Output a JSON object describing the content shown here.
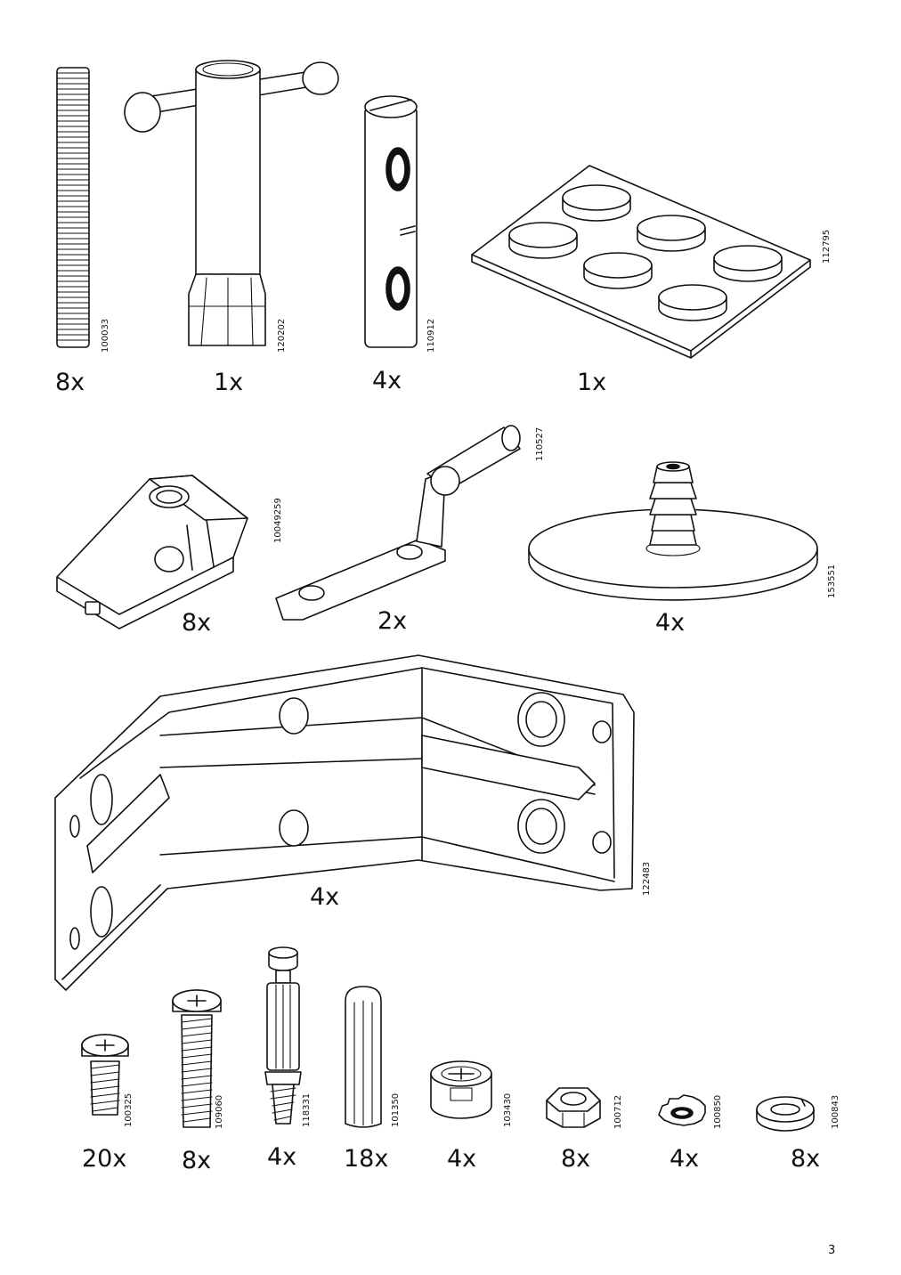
{
  "page_number": "3",
  "parts": [
    {
      "code": "100033",
      "qty": "8x"
    },
    {
      "code": "120202",
      "qty": "1x"
    },
    {
      "code": "110912",
      "qty": "4x"
    },
    {
      "code": "112795",
      "qty": "1x"
    },
    {
      "code": "10049259",
      "qty": "8x"
    },
    {
      "code": "110527",
      "qty": "2x"
    },
    {
      "code": "153551",
      "qty": "4x"
    },
    {
      "code": "122483",
      "qty": "4x"
    },
    {
      "code": "100325",
      "qty": "20x"
    },
    {
      "code": "109060",
      "qty": "8x"
    },
    {
      "code": "118331",
      "qty": "4x"
    },
    {
      "code": "101350",
      "qty": "18x"
    },
    {
      "code": "103430",
      "qty": "4x"
    },
    {
      "code": "100712",
      "qty": "8x"
    },
    {
      "code": "100850",
      "qty": "4x"
    },
    {
      "code": "100843",
      "qty": "8x"
    }
  ]
}
